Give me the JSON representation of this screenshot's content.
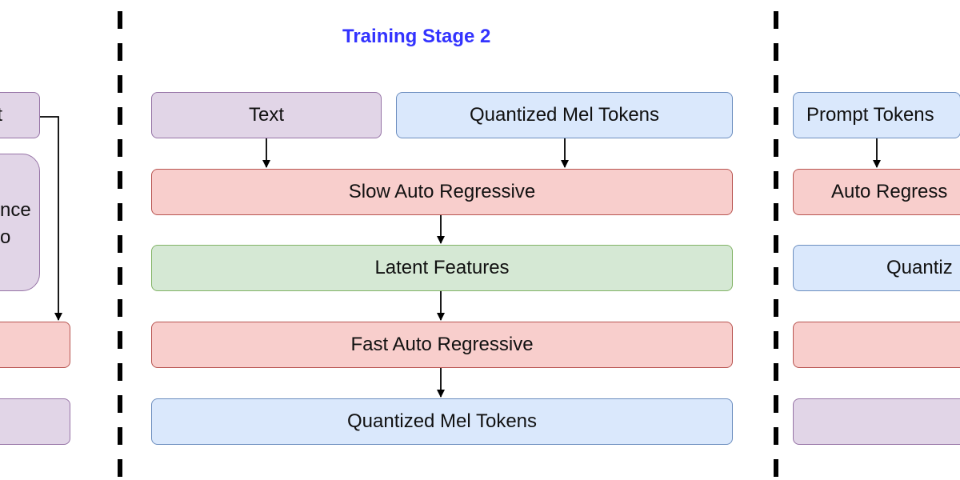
{
  "left_panel": {
    "text_box": "t",
    "sequence_line1": "nce",
    "sequence_line2": "o"
  },
  "middle_panel": {
    "title": "Training Stage 2",
    "text_box": "Text",
    "mel_input_box": "Quantized Mel Tokens",
    "slow_ar_box": "Slow Auto Regressive",
    "latent_box": "Latent Features",
    "fast_ar_box": "Fast Auto Regressive",
    "mel_output_box": "Quantized Mel Tokens"
  },
  "right_panel": {
    "prompt_box": "Prompt Tokens",
    "ar_box": "Auto Regress",
    "quant_box": "Quantiz"
  }
}
